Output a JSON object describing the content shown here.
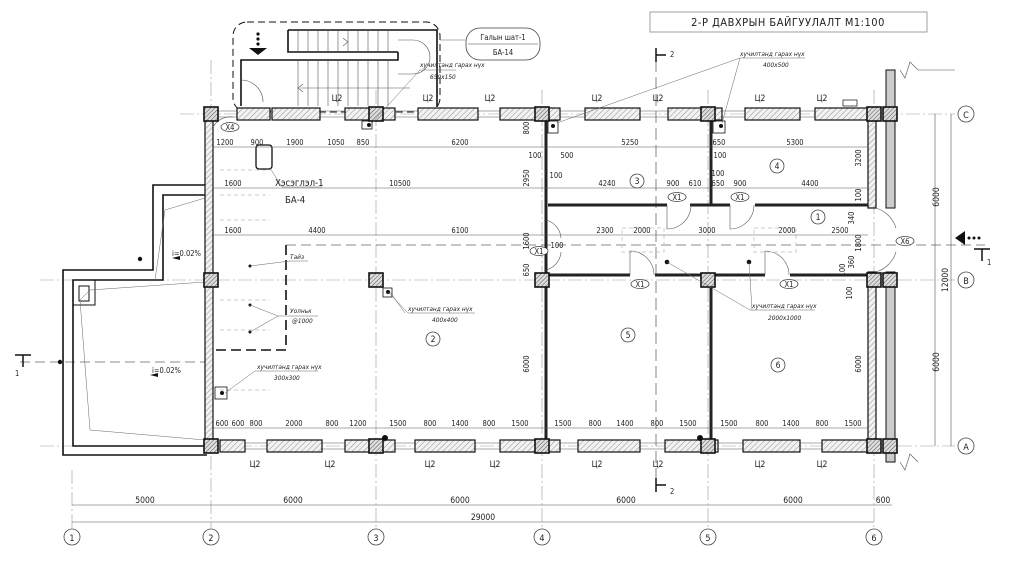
{
  "title": "2-Р ДАВХРЫН БАЙГУУЛАЛТ М1:100",
  "stair_tag": {
    "line1": "Галын шат-1",
    "line2": "БА-14"
  },
  "notes": {
    "opening_650": {
      "line1": "хучилтанд гарах нүх",
      "line2": "650х150"
    },
    "opening_400x500": {
      "line1": "хучилтанд гарах нүх",
      "line2": "400х500"
    },
    "opening_400x400": {
      "line1": "хучилтанд гарах нүх",
      "line2": "400х400"
    },
    "opening_300x300": {
      "line1": "хучилтанд гарах нүх",
      "line2": "300х300"
    },
    "opening_2000x1000": {
      "line1": "хучилтанд гарах нүх",
      "line2": "2000х1000"
    },
    "section_ref": {
      "line1": "Хэсэглэл-1",
      "line2": "БА-4"
    },
    "stage": "Тайз",
    "rafter": {
      "line1": "Уолньк",
      "line2": "@1000"
    },
    "slope1": "i=0.02%",
    "slope2": "i=0.02%"
  },
  "rooms": [
    "1",
    "2",
    "3",
    "4",
    "5",
    "6"
  ],
  "door_tags": [
    "X4",
    "X1",
    "X1",
    "X1",
    "X1",
    "X1",
    "X6"
  ],
  "wall_mark": "Ц2",
  "dims_top_row1": [
    "1200",
    "900",
    "1900",
    "1050",
    "850",
    "6200",
    "5250",
    "650",
    "5300"
  ],
  "dims_top_row2": [
    "1600",
    "10500",
    "4240",
    "900",
    "610",
    "650",
    "900",
    "4400"
  ],
  "dims_top_row3": [
    "1600",
    "4400",
    "6100",
    "2300",
    "2000",
    "3000",
    "2000",
    "2500"
  ],
  "dims_small": [
    "800",
    "100",
    "500",
    "100",
    "2950",
    "1600",
    "650",
    "100",
    "100",
    "100",
    "3200",
    "100",
    "340",
    "1800",
    "360",
    "100",
    "100",
    "6000",
    "6000"
  ],
  "dims_bottom": [
    "600",
    "600",
    "800",
    "2000",
    "800",
    "1200",
    "1500",
    "800",
    "1400",
    "800",
    "1500",
    "1500",
    "800",
    "1400",
    "800",
    "1500",
    "1500",
    "800",
    "1400",
    "800",
    "1500"
  ],
  "dims_right": [
    "6000",
    "12000",
    "6000"
  ],
  "axis_dims": [
    "5000",
    "6000",
    "6000",
    "6000",
    "6000",
    "600"
  ],
  "axis_total": "29000",
  "axes_x": [
    "1",
    "2",
    "3",
    "4",
    "5",
    "6"
  ],
  "axes_y": [
    "C",
    "B",
    "A"
  ],
  "section_marks": {
    "s2": "2",
    "s1": "1"
  }
}
